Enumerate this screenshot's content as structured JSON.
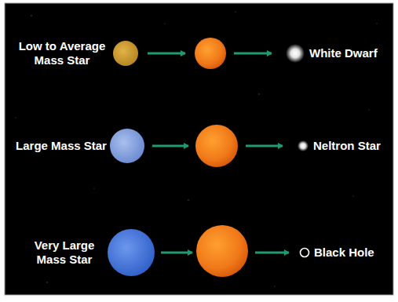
{
  "diagram": {
    "nodes": [
      {
        "text": [
          "Low to Average Mass Star"
        ]
      },
      {
        "text": [
          "White Dwarf"
        ]
      },
      {
        "text": [
          "Large Mass Star"
        ]
      },
      {
        "text": [
          "Neltron Star"
        ]
      },
      {
        "text": [
          "Very Large Mass Star"
        ]
      },
      {
        "text": [
          "Black Hole"
        ]
      }
    ]
  }
}
